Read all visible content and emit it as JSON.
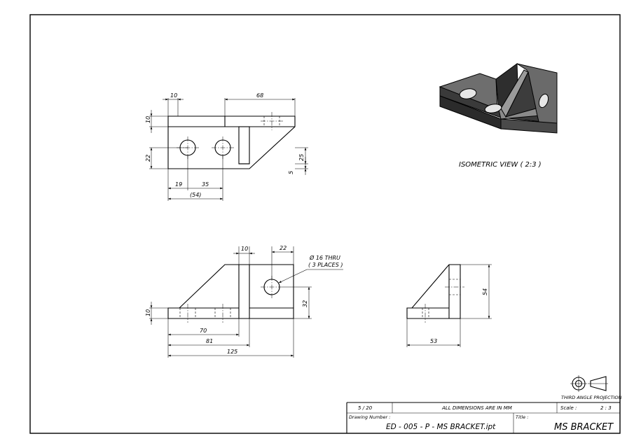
{
  "views": {
    "isometric_label": "ISOMETRIC VIEW ( 2:3 )"
  },
  "dimensions": {
    "top": {
      "d10": "10",
      "d68": "68",
      "d10b": "10",
      "d22": "22",
      "d25": "25",
      "d5": "5",
      "d19": "19",
      "d35": "35",
      "d54_ref": "(54)"
    },
    "front": {
      "d10": "10",
      "d22": "22",
      "d10b": "10",
      "d32": "32",
      "d70": "70",
      "d81": "81",
      "d125": "125"
    },
    "side": {
      "d54": "54",
      "d53": "53"
    },
    "hole_note": {
      "line1": "Ø 16 THRU",
      "line2": "( 3 PLACES )"
    }
  },
  "projection_symbol_label": "THIRD ANGLE PROJECTION",
  "title_block": {
    "sheet": "5 / 20",
    "units_note": "ALL DIMENSIONS ARE IN MM",
    "scale_label": "Scale :",
    "scale_value": "2 : 3",
    "drawing_number_label": "Drawing Number :",
    "drawing_number": "ED - 005 - P - MS BRACKET.ipt",
    "title_label": "Title :",
    "title": "MS BRACKET"
  },
  "colors": {
    "iso_dark": "#3c3c3c",
    "iso_mid": "#6a6a6a",
    "iso_light": "#8a8a8a",
    "line": "#000000"
  }
}
